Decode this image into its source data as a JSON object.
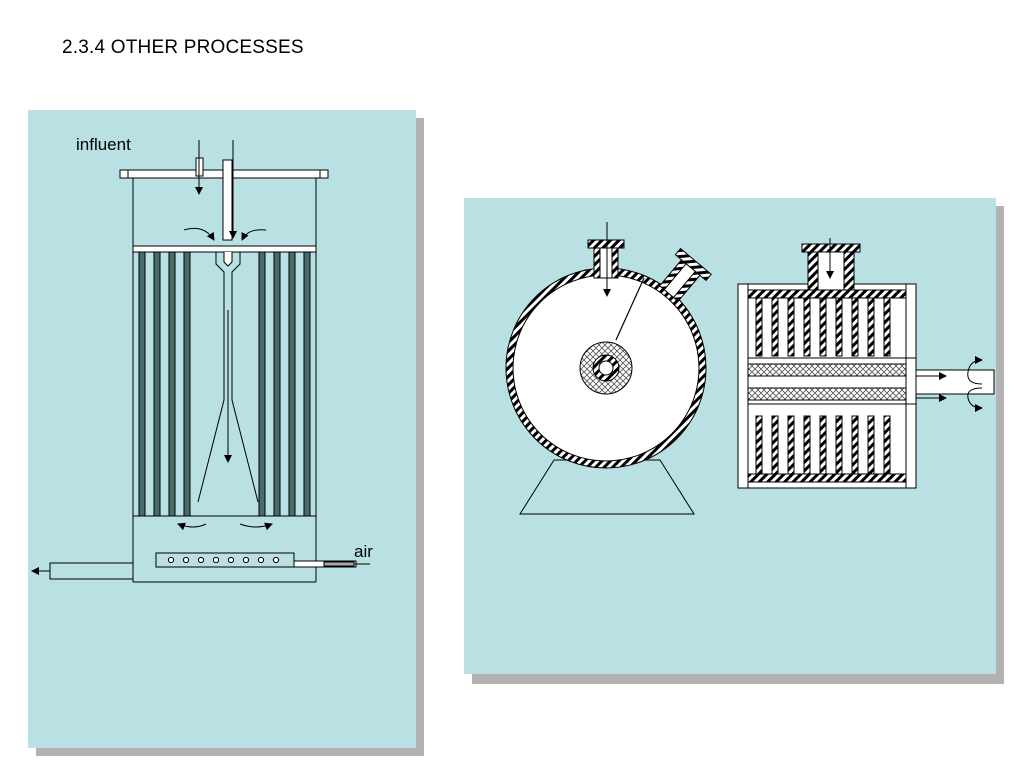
{
  "slide": {
    "title": "2.3.4 OTHER PROCESSES"
  },
  "left_diagram": {
    "influent_label": "influent",
    "air_label": "air",
    "panel_color": "#b9e0e3",
    "shadow_color": "#b2b2b2"
  },
  "right_diagram": {
    "panel_color": "#b9e0e3",
    "shadow_color": "#b2b2b2"
  }
}
